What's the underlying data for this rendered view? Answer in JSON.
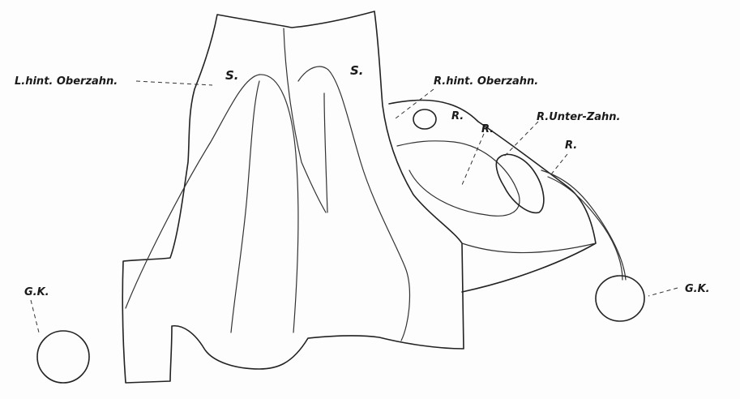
{
  "labels": {
    "l_hint_oberzahn": "L.hint. Oberzahn.",
    "r_hint_oberzahn": "R.hint. Oberzahn.",
    "r_unter_zahn": "R.Unter-Zahn.",
    "s_left": "S.",
    "s_right": "S.",
    "r1": "R.",
    "r2": "R.",
    "r3": "R.",
    "gk_left": "G.K.",
    "gk_right": "G.K."
  }
}
